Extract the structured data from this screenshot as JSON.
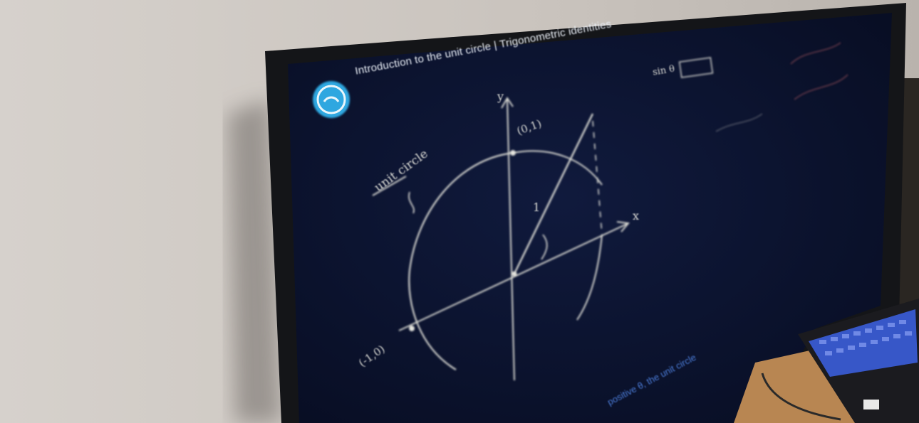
{
  "video": {
    "title": "Introduction to the unit circle | Trigonometric identities",
    "logo_icon": "khan-academy-logo-icon"
  },
  "board": {
    "heading": "unit circle",
    "point_top": "(0,1)",
    "point_left": "(-1,0)",
    "radius_label": "1",
    "x_label": "x",
    "y_label": "y",
    "upper_formula": "sin θ",
    "blue_note": "positive θ, the unit circle"
  },
  "colors": {
    "screen": "#0b1231",
    "chalk": "#dcdcd6",
    "logo": "#2fa7e0",
    "wall": "#cdc7c1",
    "keyboard_light": "#3c61e6"
  }
}
